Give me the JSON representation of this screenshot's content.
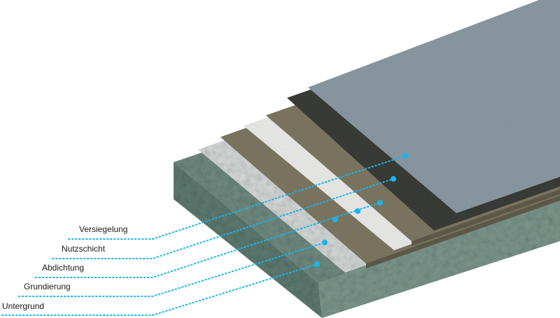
{
  "diagram": {
    "layers": [
      {
        "label": "Versiegelung"
      },
      {
        "label": "Nutzschicht"
      },
      {
        "label": "Abdichtung"
      },
      {
        "label": "Grundierung"
      },
      {
        "label": "Untergrund"
      }
    ],
    "colors": {
      "leader": "#19b4ec",
      "substrate": "#6f8a80",
      "primer": "#d4d8d6",
      "membrane_band": "#78735f",
      "white_band": "#ececea",
      "wear_layer": "#3a3c38",
      "sealing": "#8c9aa3"
    }
  }
}
